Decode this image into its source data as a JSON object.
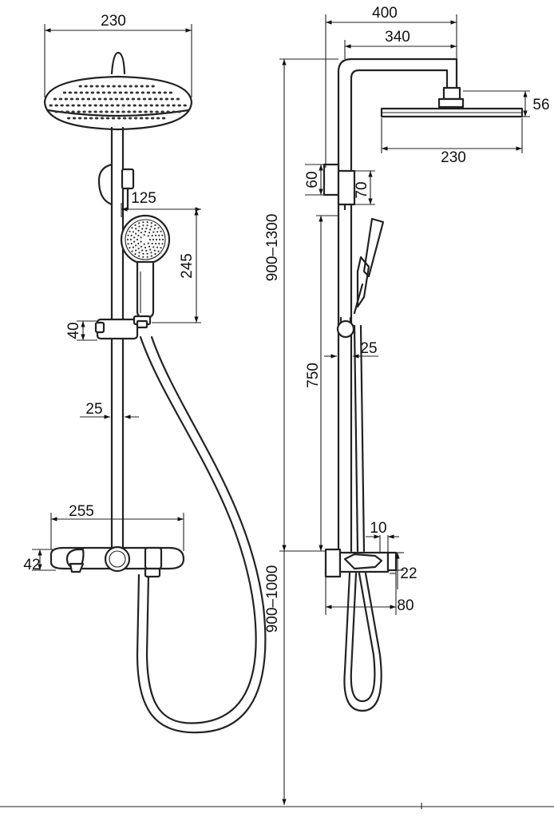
{
  "diagram": {
    "front_view": {
      "head_width": "230",
      "handshower_width": "125",
      "handshower_height": "245",
      "slider_height": "40",
      "pipe_diameter": "25",
      "mixer_width": "255",
      "mixer_height": "42"
    },
    "side_view": {
      "overall_reach": "400",
      "arm_reach": "340",
      "head_thickness": "56",
      "head_width": "230",
      "bracket_height": "60",
      "connector_height": "70",
      "column_height_range": "900–1300",
      "slide_bar_length": "750",
      "pipe_diameter": "25",
      "valve_offset": "10",
      "outlet_height": "22",
      "mixer_depth": "80",
      "mixer_floor_height_range": "900–1000"
    }
  }
}
